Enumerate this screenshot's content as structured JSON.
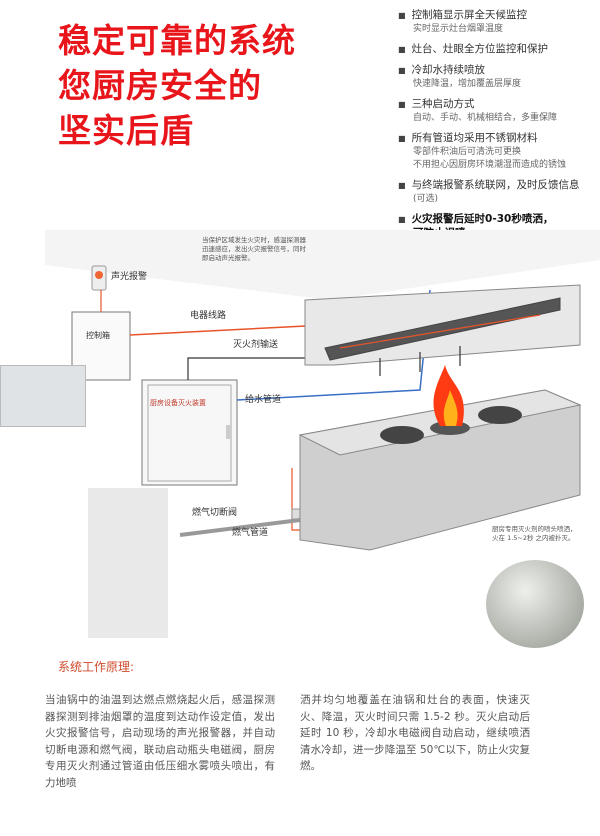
{
  "headline": [
    "稳定可靠的系统",
    "您厨房安全的",
    "坚实后盾"
  ],
  "features": [
    {
      "title": "控制箱显示屏全天候监控",
      "sub": [
        "实时显示灶台烟罩温度"
      ]
    },
    {
      "title": "灶台、灶眼全方位监控和保护",
      "sub": []
    },
    {
      "title": "冷却水持续喷放",
      "sub": [
        "快速降温，增加覆盖层厚度"
      ]
    },
    {
      "title": "三种启动方式",
      "sub": [
        "自动、手动、机械相结合，多重保障"
      ]
    },
    {
      "title": "所有管道均采用不锈钢材料",
      "sub": [
        "零部件积油后可清洗可更换",
        "不用担心因厨房环境潮湿而造成的锈蚀"
      ]
    },
    {
      "title": "与终端报警系统联网，及时反馈信息",
      "sub": [
        "(可选)"
      ]
    },
    {
      "title": "火灾报警后延时0-30秒喷洒，",
      "sub": [
        "可防止误喷"
      ],
      "strong": true
    }
  ],
  "diagram": {
    "alarm_label": "声光报警",
    "control_box_label": "控制箱",
    "electrical_line": "电器线路",
    "agent_pipe": "灭火剂输送",
    "suppression_unit": "厨房设备灭火装置",
    "water_pipe": "给水管道",
    "gas_valve": "燃气切断阀",
    "gas_pipe": "燃气管道",
    "detector_note": [
      "当保护区域发生火灾时，感温探测器",
      "迅速感应，发出火灾报警信号，同时",
      "即启动声光报警。"
    ],
    "nozzle_note": [
      "厨房专用灭火剂的喷头喷洒，",
      "火在 1.5~2秒 之内被扑灭。"
    ]
  },
  "principle": {
    "title": "系统工作原理:",
    "left": "当油锅中的油温到达燃点燃烧起火后，感温探测器探测到排油烟罩的温度到达动作设定值，发出火灾报警信号，启动现场的声光报警器，并自动切断电源和燃气阀，联动启动瓶头电磁阀，厨房专用灭火剂通过管道由低压细水雾喷头喷出，有力地喷",
    "right": "洒并均匀地覆盖在油锅和灶台的表面，快速灭火、降温，灭火时间只需 1.5-2 秒。灭火启动后延时 10 秒，冷却水电磁阀自动启动，继续喷洒清水冷却，进一步降温至 50℃以下，防止火灾复燃。"
  },
  "colors": {
    "headline": "#e8151b",
    "electrical_line": "#e8542a",
    "water_line": "#3a6fc4",
    "flame": "#ff3b14"
  }
}
